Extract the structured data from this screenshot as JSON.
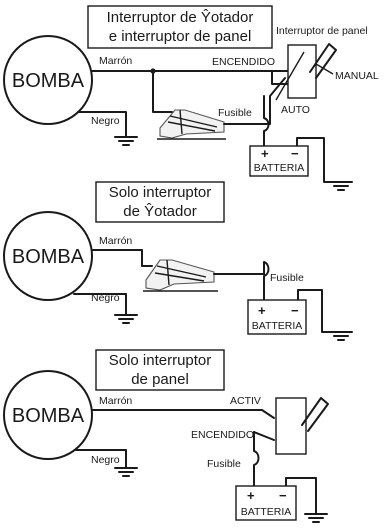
{
  "diagrams": [
    {
      "title_line1": "Interruptor de Ŷotador",
      "title_line2": "e interruptor de panel",
      "pump_label": "BOMBA",
      "brown_wire": "Marrón",
      "black_wire": "Negro",
      "on_label": "ENCENDIDO",
      "fuse_label": "Fusible",
      "panel_switch_label": "Interruptor de panel",
      "manual_label": "MANUAL",
      "auto_label": "AUTO",
      "plus": "+",
      "minus": "−",
      "battery_label": "BATTERIA"
    },
    {
      "title_line1": "Solo interruptor",
      "title_line2": "de Ŷotador",
      "pump_label": "BOMBA",
      "brown_wire": "Marrón",
      "black_wire": "Negro",
      "fuse_label": "Fusible",
      "plus": "+",
      "minus": "−",
      "battery_label": "BATTERIA"
    },
    {
      "title_line1": "Solo interruptor",
      "title_line2": "de panel",
      "pump_label": "BOMBA",
      "brown_wire": "Marrón",
      "black_wire": "Negro",
      "activ_label": "ACTIV",
      "on_label": "ENCENDIDO",
      "fuse_label": "Fusible",
      "plus": "+",
      "minus": "−",
      "battery_label": "BATTERIA"
    }
  ]
}
